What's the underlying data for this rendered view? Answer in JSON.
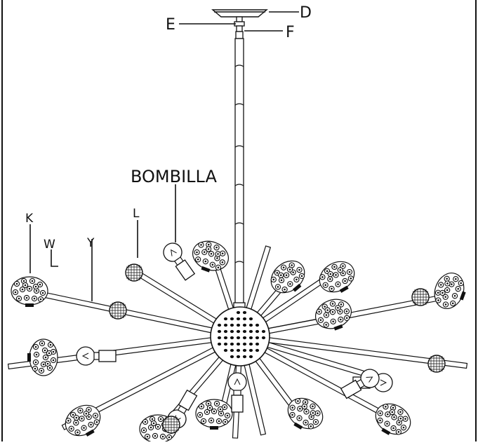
{
  "labels": {
    "d": "D",
    "e": "E",
    "f": "F",
    "bulb": "BOMBILLA",
    "k": "K",
    "w": "W",
    "y": "Y",
    "l": "L"
  },
  "colors": {
    "line": "#111111",
    "background": "#ffffff"
  }
}
